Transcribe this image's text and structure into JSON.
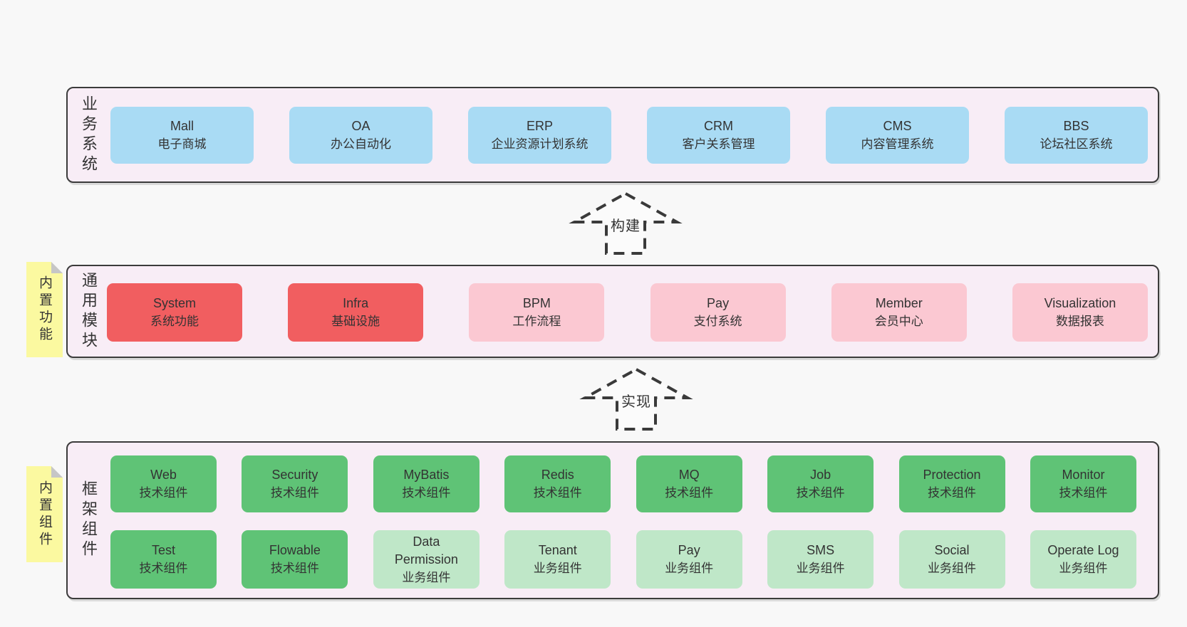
{
  "colors": {
    "page_bg": "#f8f8f8",
    "panel_bg": "#f8edf6",
    "panel_border": "#3b3b3b",
    "blue_box": "#a9dbf4",
    "red_box": "#f15e60",
    "pink_box": "#fbc8d2",
    "green_box": "#5fc376",
    "light_green_box": "#bfe7c8",
    "yellow_note": "#fbf9a0",
    "text": "#333333"
  },
  "arrows": {
    "build": "构建",
    "implement": "实现"
  },
  "sections": {
    "business": {
      "vertical_label": "业务系统",
      "boxes": [
        {
          "en": "Mall",
          "zh": "电子商城"
        },
        {
          "en": "OA",
          "zh": "办公自动化"
        },
        {
          "en": "ERP",
          "zh": "企业资源计划系统"
        },
        {
          "en": "CRM",
          "zh": "客户关系管理"
        },
        {
          "en": "CMS",
          "zh": "内容管理系统"
        },
        {
          "en": "BBS",
          "zh": "论坛社区系统"
        }
      ]
    },
    "modules": {
      "vertical_label": "通用模块",
      "note": "内置功能",
      "boxes": [
        {
          "en": "System",
          "zh": "系统功能",
          "variant": "red"
        },
        {
          "en": "Infra",
          "zh": "基础设施",
          "variant": "red"
        },
        {
          "en": "BPM",
          "zh": "工作流程",
          "variant": "pink"
        },
        {
          "en": "Pay",
          "zh": "支付系统",
          "variant": "pink"
        },
        {
          "en": "Member",
          "zh": "会员中心",
          "variant": "pink"
        },
        {
          "en": "Visualization",
          "zh": "数据报表",
          "variant": "pink"
        }
      ]
    },
    "framework": {
      "vertical_label": "框架组件",
      "note": "内置组件",
      "row1": [
        {
          "en": "Web",
          "zh": "技术组件",
          "variant": "green"
        },
        {
          "en": "Security",
          "zh": "技术组件",
          "variant": "green"
        },
        {
          "en": "MyBatis",
          "zh": "技术组件",
          "variant": "green"
        },
        {
          "en": "Redis",
          "zh": "技术组件",
          "variant": "green"
        },
        {
          "en": "MQ",
          "zh": "技术组件",
          "variant": "green"
        },
        {
          "en": "Job",
          "zh": "技术组件",
          "variant": "green"
        },
        {
          "en": "Protection",
          "zh": "技术组件",
          "variant": "green"
        },
        {
          "en": "Monitor",
          "zh": "技术组件",
          "variant": "green"
        }
      ],
      "row2": [
        {
          "en": "Test",
          "zh": "技术组件",
          "variant": "green"
        },
        {
          "en": "Flowable",
          "zh": "技术组件",
          "variant": "green"
        },
        {
          "en": "Data Permission",
          "zh": "业务组件",
          "variant": "lightgreen"
        },
        {
          "en": "Tenant",
          "zh": "业务组件",
          "variant": "lightgreen"
        },
        {
          "en": "Pay",
          "zh": "业务组件",
          "variant": "lightgreen"
        },
        {
          "en": "SMS",
          "zh": "业务组件",
          "variant": "lightgreen"
        },
        {
          "en": "Social",
          "zh": "业务组件",
          "variant": "lightgreen"
        },
        {
          "en": "Operate Log",
          "zh": "业务组件",
          "variant": "lightgreen"
        }
      ]
    }
  }
}
